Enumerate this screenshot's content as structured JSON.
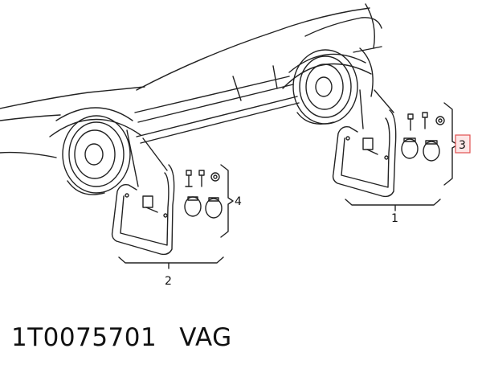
{
  "callouts": {
    "item1": "1",
    "item2": "2",
    "item3": "3",
    "item4": "4"
  },
  "colors": {
    "line": "#222222",
    "highlight_border": "#e05050",
    "highlight_fill": "#fde6e6",
    "background": "#ffffff"
  },
  "footer": {
    "part_number": "1T0075701",
    "brand": "VAG"
  }
}
